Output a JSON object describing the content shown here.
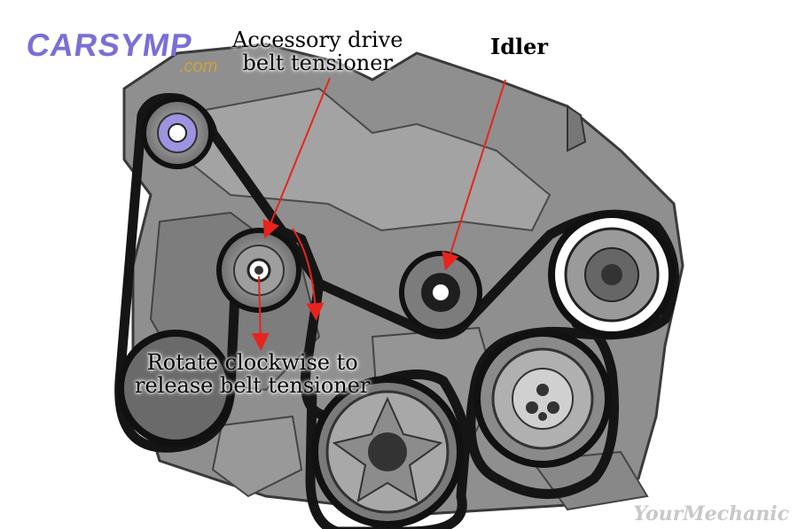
{
  "logo": {
    "main": "CARSYMP",
    "sub": ".com"
  },
  "labels": {
    "tensioner_line1": "Accessory drive",
    "tensioner_line2": "belt tensioner",
    "idler": "Idler",
    "rotate_line1": "Rotate clockwise to",
    "rotate_line2": "release belt tensioner"
  },
  "watermark": "YourMechanic",
  "colors": {
    "arrow": "#e8231e",
    "belt": "#151515",
    "engine": "#8a8a8a",
    "logo": "#7a6fd6"
  }
}
